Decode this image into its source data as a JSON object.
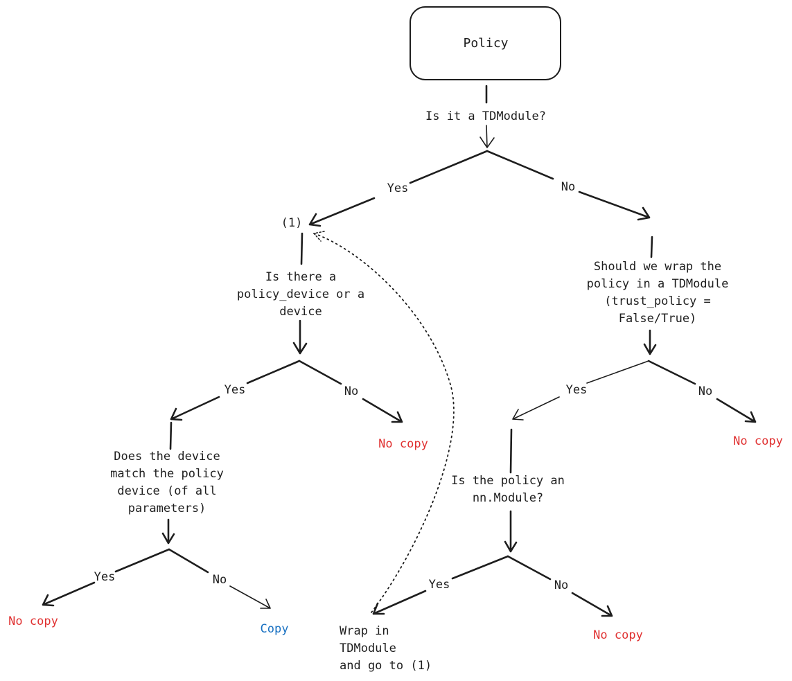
{
  "nodes": {
    "root": "Policy",
    "q_tdmodule": "Is it a TDModule?",
    "marker_1": "(1)",
    "q_device": [
      "Is there a",
      "policy_device or a",
      "device"
    ],
    "q_wrap": [
      "Should we wrap the",
      "policy in a TDModule",
      "(trust_policy =",
      "False/True)"
    ],
    "q_match": [
      "Does the device",
      "match the policy",
      "device (of all",
      "parameters)"
    ],
    "q_nn": [
      "Is the policy an",
      "nn.Module?"
    ],
    "wrap_action": [
      "Wrap in",
      "TDModule",
      "and go to (1)"
    ]
  },
  "edges": {
    "yes": "Yes",
    "no": "No"
  },
  "outcomes": {
    "no_copy": "No copy",
    "copy": "Copy"
  },
  "colors": {
    "ink": "#1e1e1e",
    "no_copy": "#e03131",
    "copy": "#1971c2"
  }
}
